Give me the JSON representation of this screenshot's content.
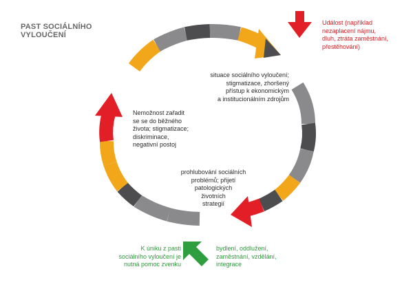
{
  "title": [
    "PAST SOCIÁLNÍHO",
    "VYLOUČENÍ"
  ],
  "cycle_texts": {
    "situace": [
      "situace sociálního vyloučení;",
      "stigmatizace, zhoršený",
      "přístup k ekonomickým",
      "a institucionálním zdrojům"
    ],
    "nemoznost": [
      "Nemožnost zařadit",
      "se se do běžného",
      "života; stigmatizace;",
      "diskriminace,",
      "negativní postoj"
    ],
    "prohlubovani": [
      "prohlubování sociálních",
      "problémů; přijetí",
      "patologických",
      "životních",
      "strategií"
    ]
  },
  "event": [
    "Událost (například",
    "nezaplacení nájmu,",
    "dluh, ztráta zaměstnání,",
    "přestěhování)"
  ],
  "escape": [
    "K úniku z pasti",
    "sociálního vyloučení je",
    "nutná pomoc zvenku"
  ],
  "help": [
    "bydlení, oddlužení,",
    "zaměstnání, vzdělání,",
    "integrace"
  ],
  "colors": {
    "orange": "#f2a71b",
    "dark_gray": "#4d4d4f",
    "gray": "#8a8a8c",
    "red": "#e21f26",
    "green": "#2e9e3f",
    "text_red": "#d6191e",
    "text_green": "#2c9a3a"
  },
  "icons": [
    "down-arrow-icon",
    "up-left-arrow-icon"
  ]
}
